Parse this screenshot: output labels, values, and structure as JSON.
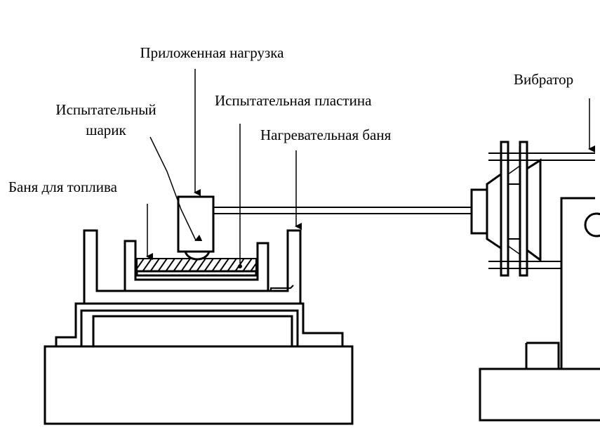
{
  "labels": {
    "applied_load": "Приложенная нагрузка",
    "test_ball_line1": "Испытательный",
    "test_ball_line2": "шарик",
    "test_plate": "Испытательная пластина",
    "heating_bath": "Нагревательная баня",
    "fuel_bath": "Баня для топлива",
    "vibrator": "Вибратор"
  }
}
